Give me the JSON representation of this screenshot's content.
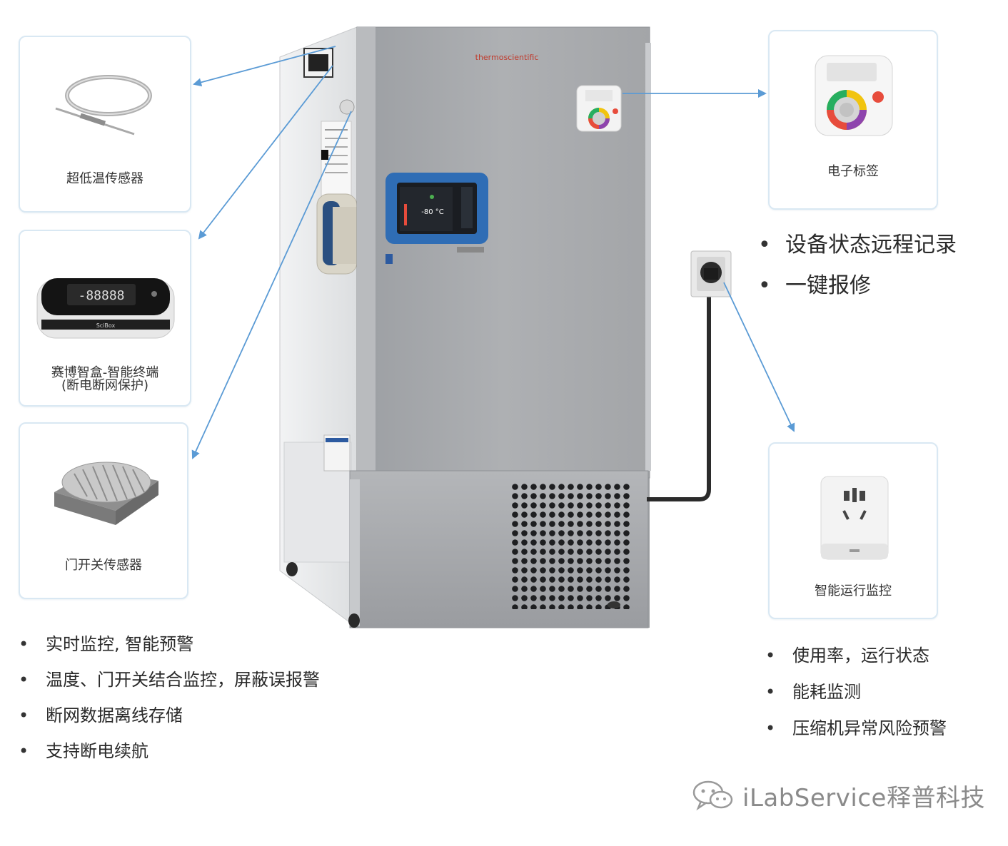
{
  "sensors": {
    "ult_temp_sensor": "超低温传感器",
    "smart_box_line1": "赛博智盒-智能终端",
    "smart_box_line2": "(断电断网保护)",
    "door_sensor": "门开关传感器",
    "e_label": "电子标签",
    "smart_plug": "智能运行监控"
  },
  "device": {
    "brand": "thermoscientific",
    "display_temp": "-80 °C",
    "box_screen": "-88888",
    "box_brand": "SciBox"
  },
  "bullets_left": [
    "实时监控, 智能预警",
    "温度、门开关结合监控，屏蔽误报警",
    "断网数据离线存储",
    "支持断电续航"
  ],
  "bullets_top_right": [
    "设备状态远程记录",
    "一键报修"
  ],
  "bullets_bottom_right": [
    "使用率，运行状态",
    "能耗监测",
    "压缩机异常风险预警"
  ],
  "watermark": "iLabService释普科技",
  "colors": {
    "arrow": "#5b9bd5",
    "card_border": "#d9e8f3",
    "cabinet": "#a7a9ac",
    "display_frame": "#2f6db5"
  }
}
